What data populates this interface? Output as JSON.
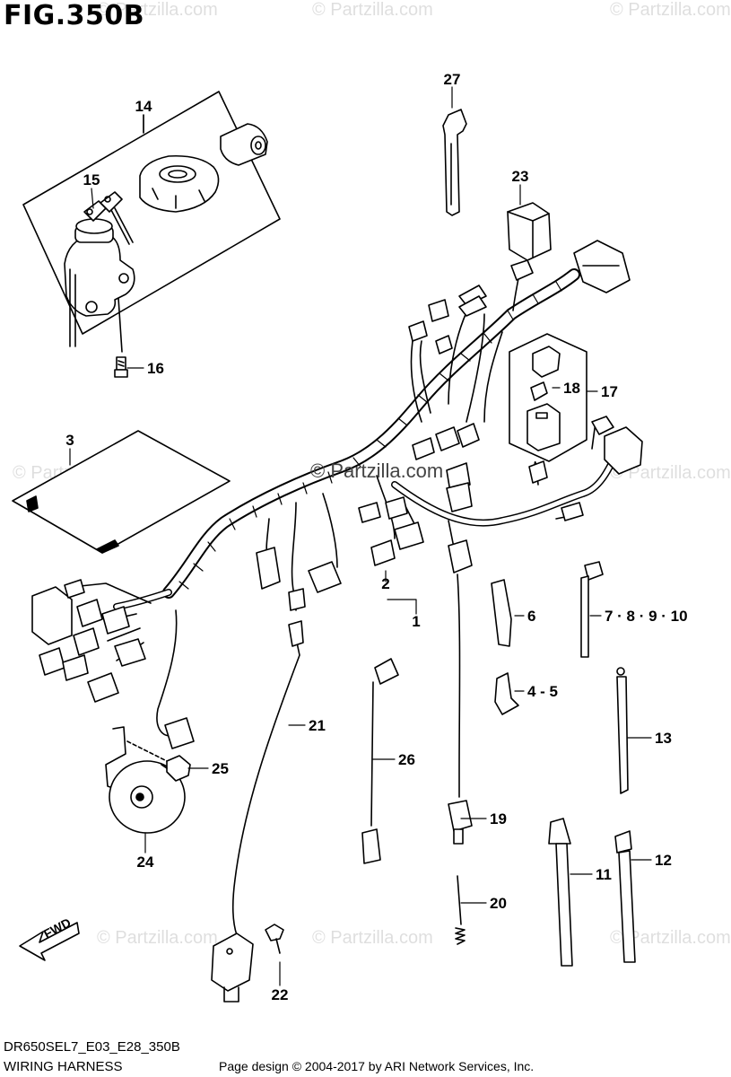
{
  "figure": {
    "title": "FIG.350B",
    "model_code": "DR650SEL7_E03_E28_350B",
    "assembly_name": "WIRING HARNESS",
    "credit": "Page design © 2004-2017 by ARI Network Services, Inc.",
    "watermark": "© Partzilla.com",
    "center_watermark": "© Partzilla.com",
    "fwd_label": "FWD"
  },
  "callouts": {
    "c1": "1",
    "c2": "2",
    "c3": "3",
    "c4_5": "4 - 5",
    "c6": "6",
    "c7_10": "7 · 8 · 9 · 10",
    "c11": "11",
    "c12": "12",
    "c13": "13",
    "c14": "14",
    "c15": "15",
    "c16": "16",
    "c17": "17",
    "c18": "18",
    "c19": "19",
    "c20": "20",
    "c21": "21",
    "c22": "22",
    "c23": "23",
    "c24": "24",
    "c25": "25",
    "c26": "26",
    "c27": "27"
  }
}
